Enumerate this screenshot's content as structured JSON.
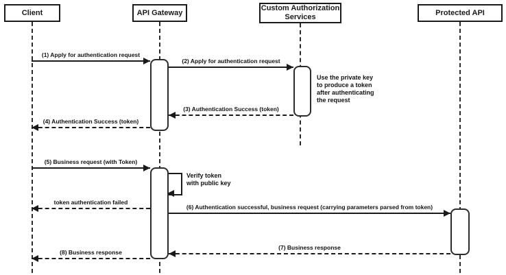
{
  "diagram": {
    "type": "sequence-diagram",
    "actors": [
      {
        "id": "client",
        "label": "Client"
      },
      {
        "id": "api-gateway",
        "label": "API Gateway"
      },
      {
        "id": "custom-authorization-services",
        "label": "Custom Authorization\nServices"
      },
      {
        "id": "protected-api",
        "label": "Protected API"
      }
    ],
    "messages": [
      {
        "label": "(1) Apply for authentication request",
        "from": "client",
        "to": "api-gateway",
        "line": "solid"
      },
      {
        "label": "(2) Apply for authentication request",
        "from": "api-gateway",
        "to": "custom-authorization-services",
        "line": "solid"
      },
      {
        "label": "(3) Authentication Success (token)",
        "from": "custom-authorization-services",
        "to": "api-gateway",
        "line": "dashed"
      },
      {
        "label": "(4) Authentication Success (token)",
        "from": "api-gateway",
        "to": "client",
        "line": "dashed"
      },
      {
        "label": "(5) Business request (with Token)",
        "from": "client",
        "to": "api-gateway",
        "line": "solid"
      },
      {
        "label": "Verify token\nwith public key",
        "from": "api-gateway",
        "to": "api-gateway",
        "line": "self"
      },
      {
        "label": "token authentication failed",
        "from": "api-gateway",
        "to": "client",
        "line": "dashed"
      },
      {
        "label": "(6) Authentication successful, business request (carrying parameters parsed from token)",
        "from": "api-gateway",
        "to": "protected-api",
        "line": "solid"
      },
      {
        "label": "(7) Business response",
        "from": "protected-api",
        "to": "api-gateway",
        "line": "dashed"
      },
      {
        "label": "(8) Business response",
        "from": "api-gateway",
        "to": "client",
        "line": "dashed"
      }
    ],
    "notes": [
      {
        "label": "Use the private key to produce a token after authenticating the request",
        "attached_to": "custom-authorization-services"
      }
    ],
    "colors": {
      "stroke": "#1a1a1a",
      "background": "#ffffff"
    }
  }
}
